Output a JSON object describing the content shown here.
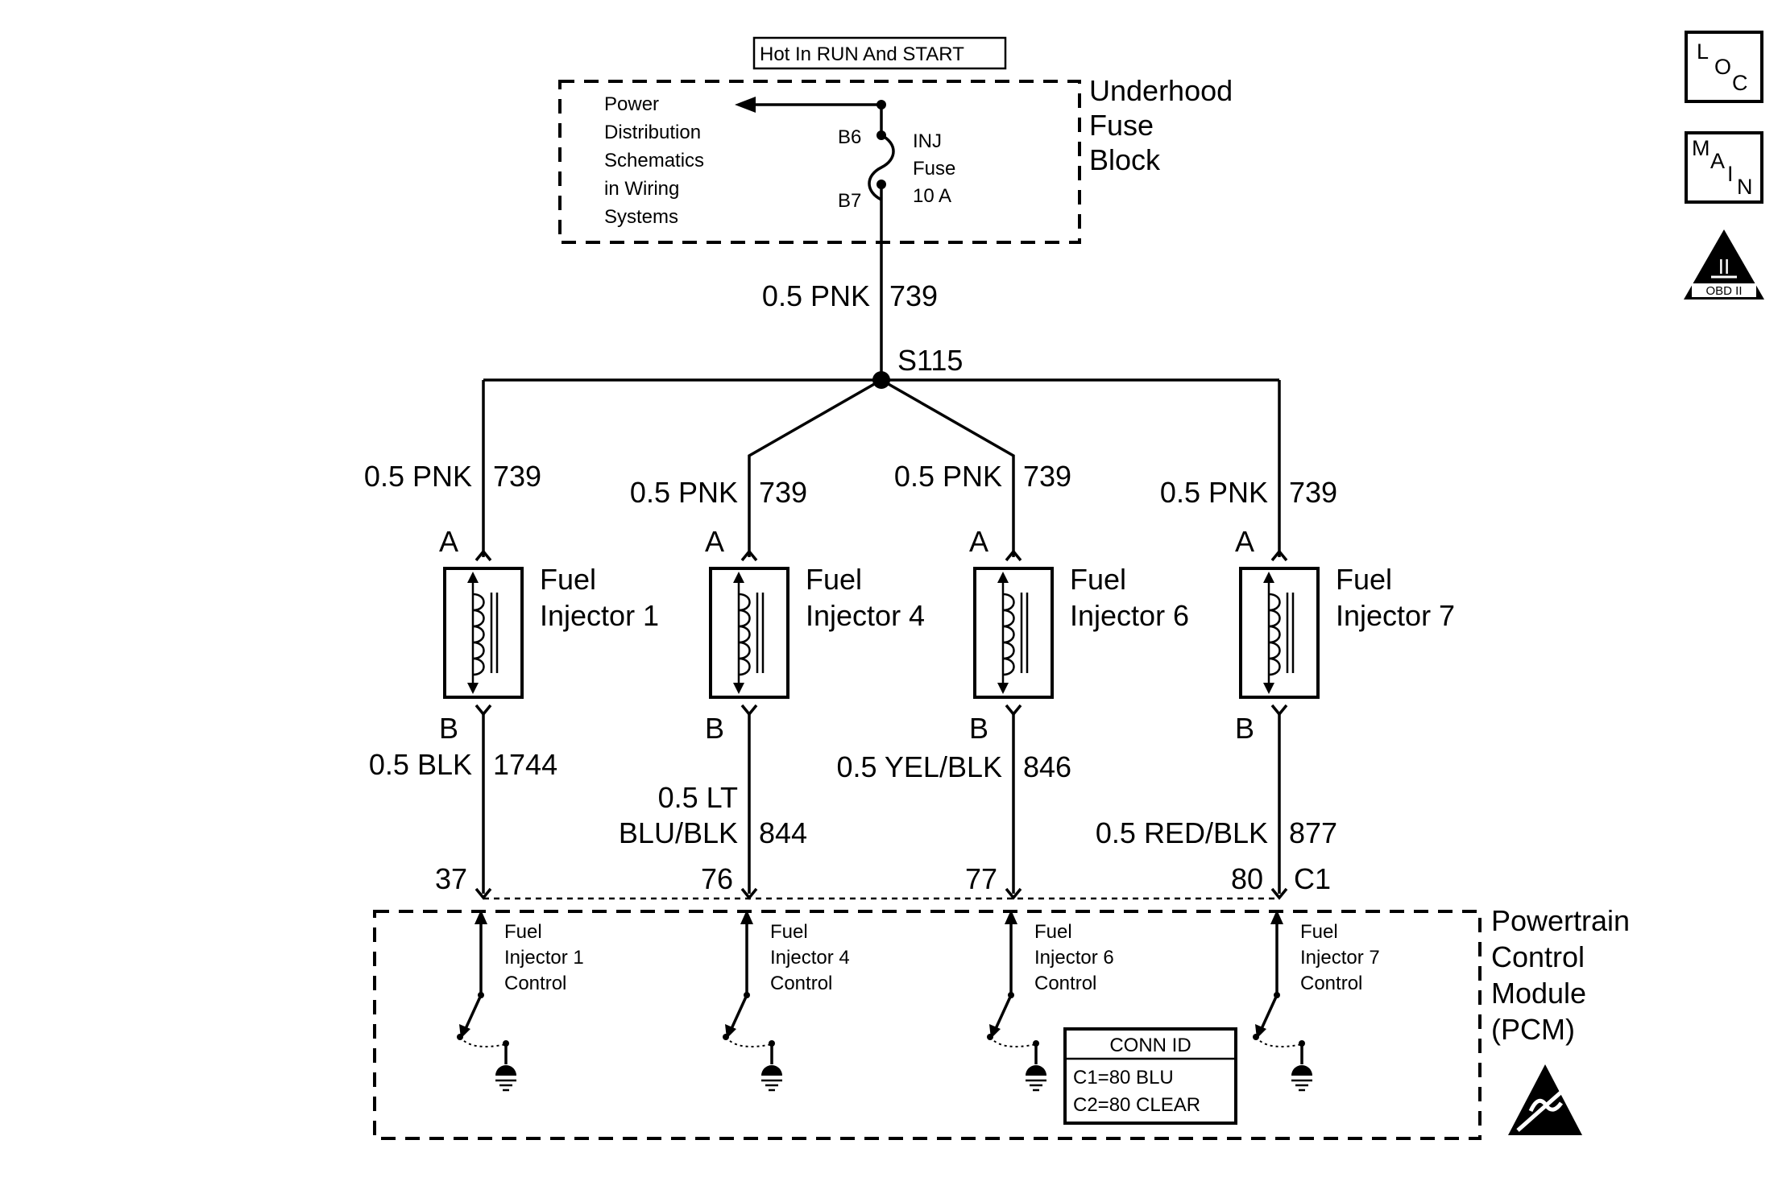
{
  "header_box": "Hot In RUN And START",
  "fuse_block": {
    "title_lines": [
      "Underhood",
      "Fuse",
      "Block"
    ],
    "power_ref_lines": [
      "Power",
      "Distribution",
      "Schematics",
      "in Wiring",
      "Systems"
    ],
    "pin_top": "B6",
    "pin_bottom": "B7",
    "fuse_lines": [
      "INJ",
      "Fuse",
      "10 A"
    ]
  },
  "feed_wire": {
    "gauge_color": "0.5 PNK",
    "circuit": "739"
  },
  "splice": "S115",
  "injectors": [
    {
      "name_lines": [
        "Fuel",
        "Injector 1"
      ],
      "pin_a": "A",
      "pin_b": "B",
      "top_wire": {
        "gauge_color": "0.5 PNK",
        "circuit": "739"
      },
      "bottom_wire": {
        "gauge_color_lines": [
          "0.5 BLK"
        ],
        "circuit": "1744"
      },
      "pcm_pin": "37",
      "control_lines": [
        "Fuel",
        "Injector 1",
        "Control"
      ]
    },
    {
      "name_lines": [
        "Fuel",
        "Injector 4"
      ],
      "pin_a": "A",
      "pin_b": "B",
      "top_wire": {
        "gauge_color": "0.5 PNK",
        "circuit": "739"
      },
      "bottom_wire": {
        "gauge_color_lines": [
          "0.5 LT",
          "BLU/BLK"
        ],
        "circuit": "844"
      },
      "pcm_pin": "76",
      "control_lines": [
        "Fuel",
        "Injector 4",
        "Control"
      ]
    },
    {
      "name_lines": [
        "Fuel",
        "Injector 6"
      ],
      "pin_a": "A",
      "pin_b": "B",
      "top_wire": {
        "gauge_color": "0.5 PNK",
        "circuit": "739"
      },
      "bottom_wire": {
        "gauge_color_lines": [
          "0.5 YEL/BLK"
        ],
        "circuit": "846"
      },
      "pcm_pin": "77",
      "control_lines": [
        "Fuel",
        "Injector 6",
        "Control"
      ]
    },
    {
      "name_lines": [
        "Fuel",
        "Injector 7"
      ],
      "pin_a": "A",
      "pin_b": "B",
      "top_wire": {
        "gauge_color": "0.5 PNK",
        "circuit": "739"
      },
      "bottom_wire": {
        "gauge_color_lines": [
          "0.5 RED/BLK"
        ],
        "circuit": "877"
      },
      "pcm_pin": "80",
      "control_lines": [
        "Fuel",
        "Injector 7",
        "Control"
      ]
    }
  ],
  "connector": "C1",
  "pcm": {
    "title_lines": [
      "Powertrain",
      "Control",
      "Module",
      "(PCM)"
    ],
    "conn_id": {
      "title": "CONN ID",
      "lines": [
        "C1=80 BLU",
        "C2=80 CLEAR"
      ]
    }
  },
  "side_icons": {
    "loc": [
      "L",
      "O",
      "C"
    ],
    "main": [
      "M",
      "A",
      "I",
      "N"
    ],
    "obd": {
      "roman": "II",
      "label": "OBD II"
    }
  }
}
